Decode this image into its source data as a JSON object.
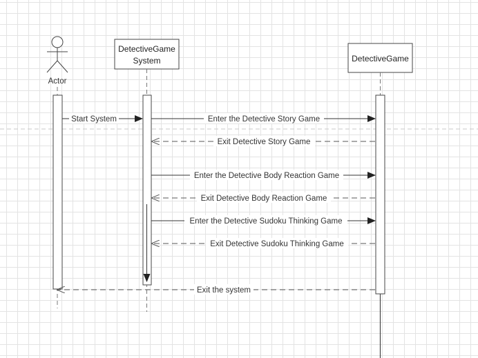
{
  "diagram": {
    "actor": {
      "label": "Actor"
    },
    "participants": [
      {
        "id": "system",
        "lines": [
          "DetectiveGame",
          "System"
        ]
      },
      {
        "id": "game",
        "lines": [
          "DetectiveGame"
        ]
      }
    ],
    "messages": [
      {
        "id": "m1",
        "from": "actor",
        "to": "system",
        "label": "Start System",
        "style": "solid"
      },
      {
        "id": "m2",
        "from": "system",
        "to": "game",
        "label": "Enter the Detective Story Game",
        "style": "solid"
      },
      {
        "id": "m3",
        "from": "game",
        "to": "system",
        "label": "Exit Detective Story Game",
        "style": "dashed"
      },
      {
        "id": "m4",
        "from": "system",
        "to": "game",
        "label": "Enter the Detective Body Reaction Game",
        "style": "solid"
      },
      {
        "id": "m5",
        "from": "game",
        "to": "system",
        "label": "Exit Detective Body Reaction Game",
        "style": "dashed"
      },
      {
        "id": "m6",
        "from": "system",
        "to": "game",
        "label": "Enter the Detective Sudoku Thinking Game",
        "style": "solid"
      },
      {
        "id": "m7",
        "from": "game",
        "to": "system",
        "label": "Exit Detective Sudoku Thinking Game",
        "style": "dashed"
      },
      {
        "id": "m8",
        "from": "game",
        "to": "actor",
        "label": "Exit the system",
        "style": "dashed"
      }
    ]
  }
}
